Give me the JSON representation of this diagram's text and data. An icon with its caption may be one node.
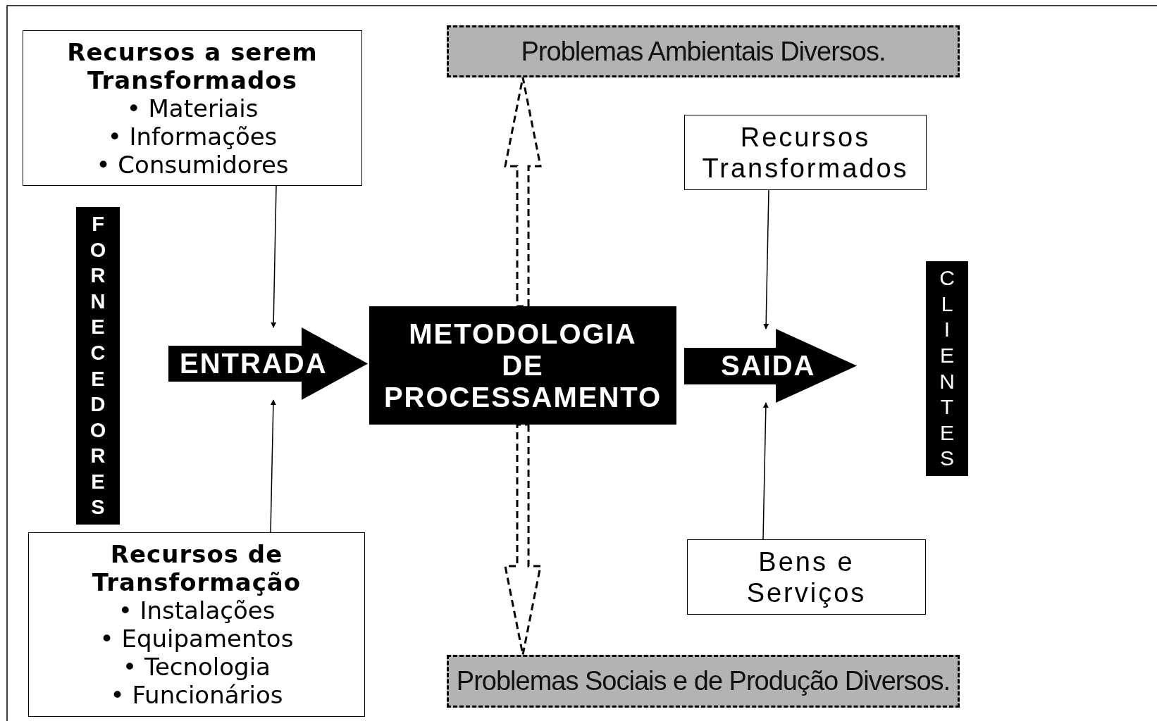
{
  "diagram": {
    "nodes": [
      {
        "text": [
          "Recursos a serem Transformados",
          "• Materiais",
          "• Informações",
          "• Consumidores"
        ]
      },
      {
        "text": [
          "FORNECEDORES"
        ]
      },
      {
        "text": [
          "ENTRADA"
        ]
      },
      {
        "text": [
          "METODOLOGIA DE PROCESSAMENTO"
        ]
      },
      {
        "text": [
          "Problemas Ambientais Diversos."
        ]
      },
      {
        "text": [
          "Recursos Transformados"
        ]
      },
      {
        "text": [
          "SAIDA"
        ]
      },
      {
        "text": [
          "CLIENTES"
        ]
      },
      {
        "text": [
          "Recursos de Transformação",
          "• Instalações",
          "• Equipamentos",
          "• Tecnologia",
          "• Funcionários"
        ]
      },
      {
        "text": [
          "Bens e Serviços"
        ]
      },
      {
        "text": [
          "Problemas Sociais e de Produção Diversos."
        ]
      }
    ],
    "edges": [
      {
        "from": 0,
        "to": 2,
        "arrow": "to"
      },
      {
        "from": 8,
        "to": 2,
        "arrow": "to"
      },
      {
        "from": 5,
        "to": 6,
        "arrow": "to"
      },
      {
        "from": 9,
        "to": 6,
        "arrow": "to"
      },
      {
        "from": 3,
        "to": 4,
        "arrow": "to",
        "style": "dashed"
      },
      {
        "from": 3,
        "to": 10,
        "arrow": "to",
        "style": "dashed"
      }
    ]
  }
}
